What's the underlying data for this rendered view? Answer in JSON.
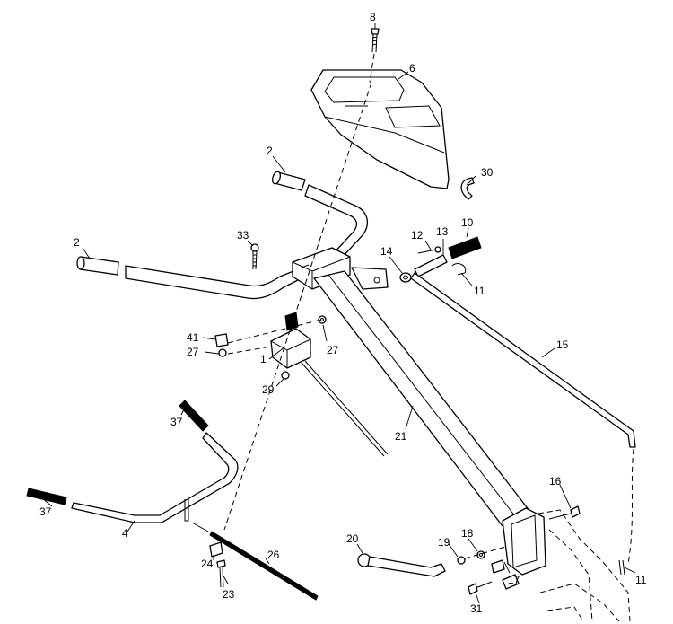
{
  "callouts": {
    "c8": "8",
    "c6": "6",
    "c2a": "2",
    "c30": "30",
    "c33": "33",
    "c2b": "2",
    "c12": "12",
    "c13": "13",
    "c10": "10",
    "c14": "14",
    "c11a": "11",
    "c41": "41",
    "c27a": "27",
    "c27b": "27",
    "c1": "1",
    "c29": "29",
    "c15": "15",
    "c21": "21",
    "c37a": "37",
    "c37b": "37",
    "c4": "4",
    "c16": "16",
    "c26": "26",
    "c20": "20",
    "c19": "19",
    "c18": "18",
    "c24": "24",
    "c17": "17",
    "c23": "23",
    "c31": "31",
    "c11b": "11"
  }
}
